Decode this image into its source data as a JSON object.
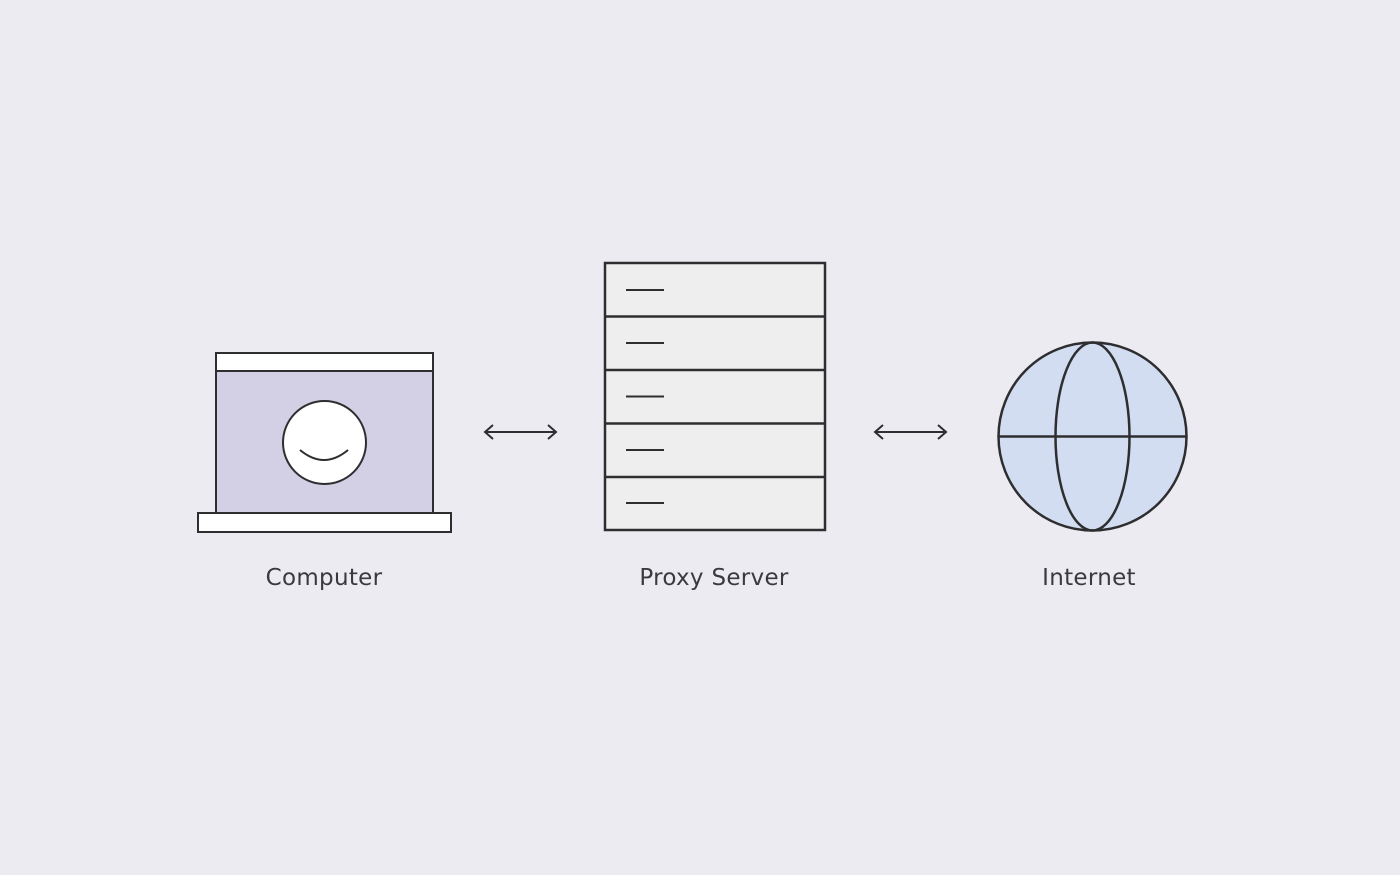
{
  "diagram": {
    "nodes": [
      {
        "id": "computer",
        "label": "Computer",
        "icon": "laptop-icon"
      },
      {
        "id": "proxy",
        "label": "Proxy Server",
        "icon": "server-rack-icon"
      },
      {
        "id": "internet",
        "label": "Internet",
        "icon": "globe-icon"
      }
    ],
    "edges": [
      {
        "from": "computer",
        "to": "proxy",
        "type": "bidirectional-arrow"
      },
      {
        "from": "proxy",
        "to": "internet",
        "type": "bidirectional-arrow"
      }
    ]
  },
  "colors": {
    "background": "#ecebf2",
    "stroke": "#2e2e30",
    "laptop_screen": "#d3cfe4",
    "server_fill": "#eeeeee",
    "globe_fill": "#d2ddf1",
    "white": "#ffffff"
  }
}
